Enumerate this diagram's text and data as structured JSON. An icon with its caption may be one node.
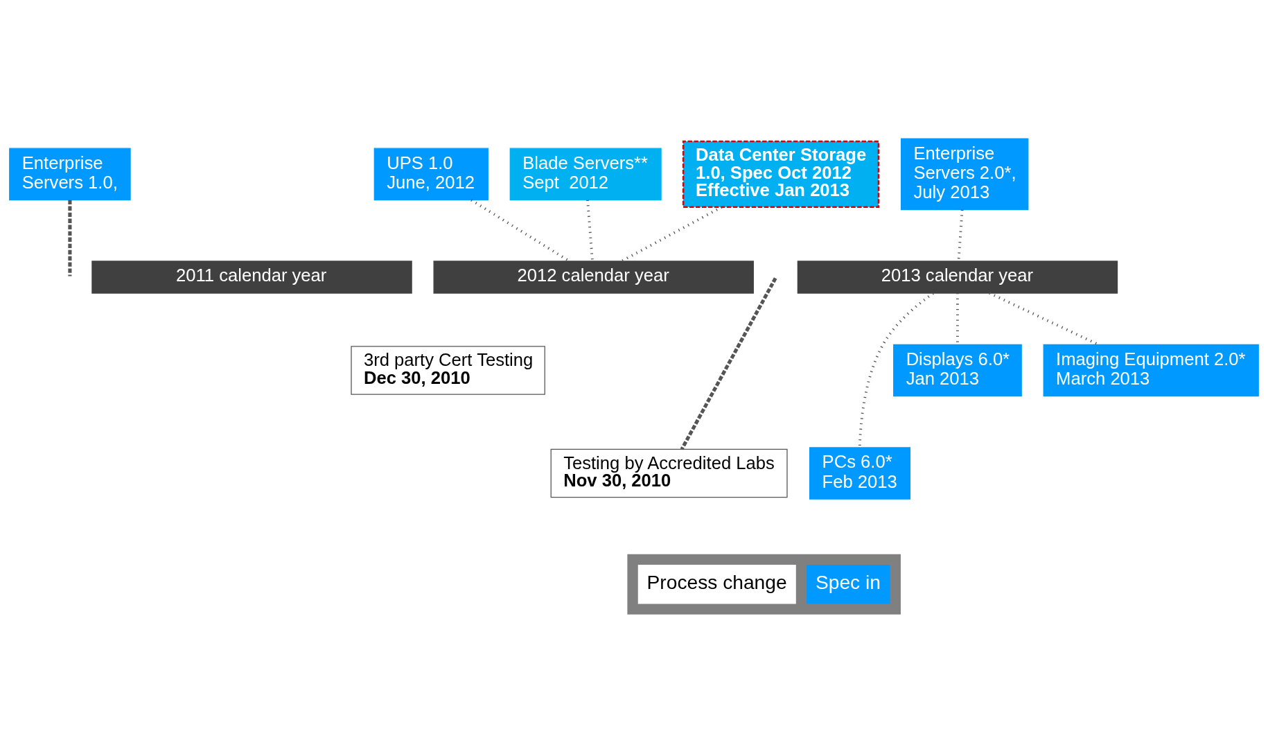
{
  "diagram": {
    "nodes": [
      {
        "text": [
          "Enterprise Servers 1.0,"
        ]
      },
      {
        "text": [
          "Data Center Storage 1.0, Spec Oct 2012 Effective Jan 2013"
        ]
      },
      {
        "text": [
          "UPS 1.0 June, 2012"
        ]
      },
      {
        "text": [
          "Blade Servers** Sept  2012"
        ]
      },
      {
        "text": [
          "Enterprise Servers 2.0*, July 2013"
        ]
      },
      {
        "text": [
          "2011 calendar year"
        ]
      },
      {
        "text": [
          "2012 calendar year"
        ]
      },
      {
        "text": [
          "2013 calendar year"
        ]
      },
      {
        "text": [
          "3rd party Cert Testing",
          "Dec 30, 2010"
        ]
      },
      {
        "text": [
          "Testing by Accredited Labs",
          "Nov 30, 2010"
        ]
      },
      {
        "text": [
          "Displays 6.0* Jan 2013"
        ]
      },
      {
        "text": [
          "PCs 6.0* Feb 2013"
        ]
      },
      {
        "text": [
          "Imaging Equipment 2.0* March 2013"
        ]
      }
    ],
    "edges": [
      {
        "from": 0,
        "to": null,
        "arrow": "none",
        "style": "dashed"
      },
      {
        "from": 2,
        "to": 6,
        "arrow": "none"
      },
      {
        "from": 1,
        "to": 6,
        "arrow": "none"
      },
      {
        "from": 3,
        "to": 6,
        "arrow": "none"
      },
      {
        "from": 4,
        "to": 7,
        "arrow": "none"
      },
      {
        "from": null,
        "to": 9,
        "arrow": "none",
        "style": "dashed"
      },
      {
        "from": 7,
        "to": 10,
        "arrow": "none"
      },
      {
        "from": 7,
        "to": 11,
        "arrow": "none"
      },
      {
        "from": 7,
        "to": 12,
        "arrow": "none"
      }
    ],
    "legend": [
      {
        "text": "Process change",
        "color": "#ffffff"
      },
      {
        "text": "Spec in",
        "color": "#0099ff"
      }
    ]
  }
}
